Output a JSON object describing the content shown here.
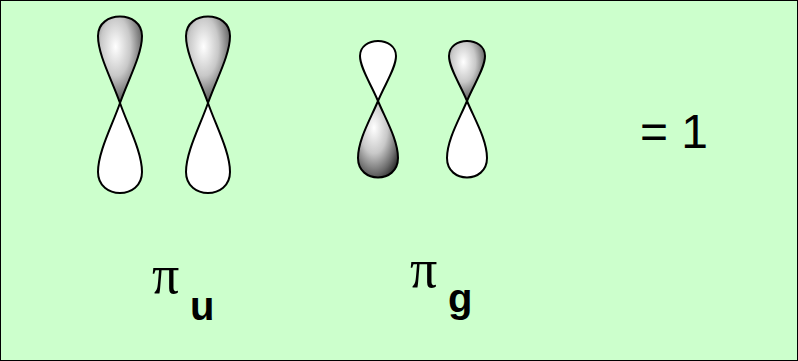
{
  "diagram": {
    "labels": [
      "π",
      "u",
      "π",
      "g",
      "= 1"
    ]
  }
}
